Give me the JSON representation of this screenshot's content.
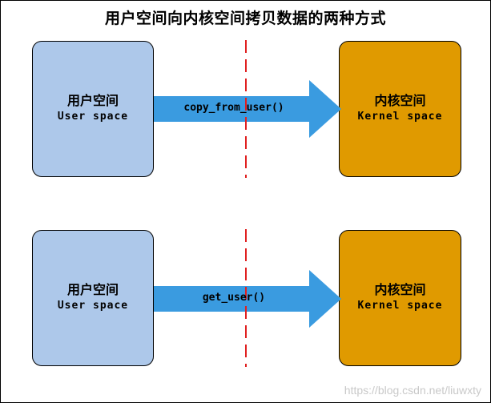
{
  "title": "用户空间向内核空间拷贝数据的两种方式",
  "rows": [
    {
      "user_box": {
        "cn": "用户空间",
        "en": "User space"
      },
      "kernel_box": {
        "cn": "内核空间",
        "en": "Kernel space"
      },
      "arrow_label": "copy_from_user()"
    },
    {
      "user_box": {
        "cn": "用户空间",
        "en": "User space"
      },
      "kernel_box": {
        "cn": "内核空间",
        "en": "Kernel space"
      },
      "arrow_label": "get_user()"
    }
  ],
  "watermark": "https://blog.csdn.net/liuwxty",
  "colors": {
    "user_box": "#adc8ea",
    "kernel_box": "#e09a00",
    "arrow": "#3a9be0",
    "divider": "#e02020"
  }
}
